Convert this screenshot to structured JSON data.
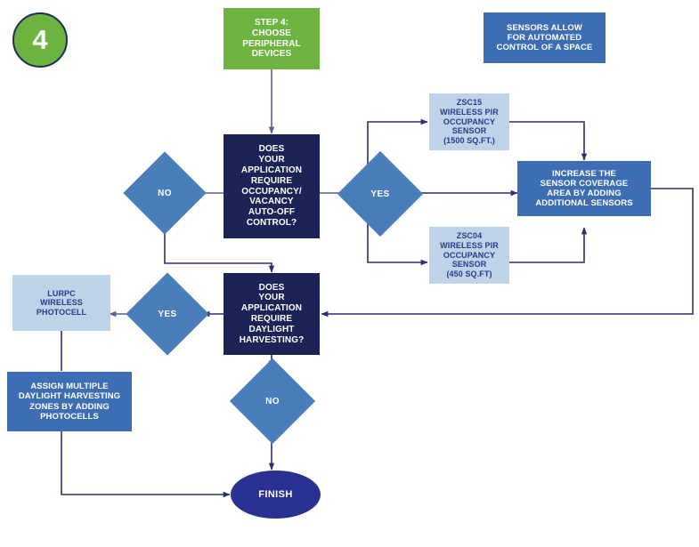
{
  "diagram": {
    "title": "Step 4 Choose Peripheral Devices Flowchart",
    "colors": {
      "green": "#6cb33f",
      "dark_navy": "#1b2357",
      "mid_blue": "#3d6eb4",
      "light_blue": "#bed2e8",
      "diamond_blue": "#4a7ebb",
      "ellipse_blue": "#2b3190",
      "line": "#2b2f6e",
      "text_light": "#ffffff",
      "text_dark": "#2b3a8c"
    },
    "step_badge": {
      "number": "4"
    },
    "nodes": {
      "start": {
        "label": "STEP 4:\nCHOOSE\nPERIPHERAL\nDEVICES",
        "shape": "rectangle",
        "color": "#6cb33f"
      },
      "note_sensors": {
        "label": "SENSORS ALLOW\nFOR  AUTOMATED\nCONTROL OF A SPACE",
        "shape": "rectangle",
        "color": "#3d6eb4"
      },
      "decision_occupancy": {
        "label": "DOES\nYOUR\nAPPLICATION\nREQUIRE\nOCCUPANCY/\nVACANCY\nAUTO-OFF\nCONTROL?",
        "shape": "rectangle",
        "color": "#1b2357"
      },
      "occupancy_no": {
        "label": "NO",
        "shape": "diamond",
        "color": "#4a7ebb"
      },
      "occupancy_yes": {
        "label": "YES",
        "shape": "diamond",
        "color": "#4a7ebb"
      },
      "zsc15": {
        "label": "ZSC15\nWIRELESS PIR\nOCCUPANCY\nSENSOR\n(1500 SQ.FT.)",
        "shape": "rectangle",
        "color": "#bed2e8"
      },
      "zsc04": {
        "label": "ZSC04\nWIRELESS PIR\nOCCUPANCY\nSENSOR\n(450 SQ.FT)",
        "shape": "rectangle",
        "color": "#bed2e8"
      },
      "increase_coverage": {
        "label": "INCREASE THE\nSENSOR COVERAGE\nAREA BY ADDING\nADDITIONAL SENSORS",
        "shape": "rectangle",
        "color": "#3d6eb4"
      },
      "decision_daylight": {
        "label": "DOES\nYOUR\nAPPLICATION\nREQUIRE\nDAYLIGHT\nHARVESTING?",
        "shape": "rectangle",
        "color": "#1b2357"
      },
      "daylight_yes": {
        "label": "YES",
        "shape": "diamond",
        "color": "#4a7ebb"
      },
      "daylight_no": {
        "label": "NO",
        "shape": "diamond",
        "color": "#4a7ebb"
      },
      "lurpc": {
        "label": "LURPC\nWIRELESS\nPHOTOCELL",
        "shape": "rectangle",
        "color": "#bed2e8"
      },
      "assign_zones": {
        "label": "ASSIGN MULTIPLE\nDAYLIGHT HARVESTING\nZONES BY ADDING\nPHOTOCELLS",
        "shape": "rectangle",
        "color": "#3d6eb4"
      },
      "finish": {
        "label": "FINISH",
        "shape": "ellipse",
        "color": "#2b3190"
      }
    }
  }
}
